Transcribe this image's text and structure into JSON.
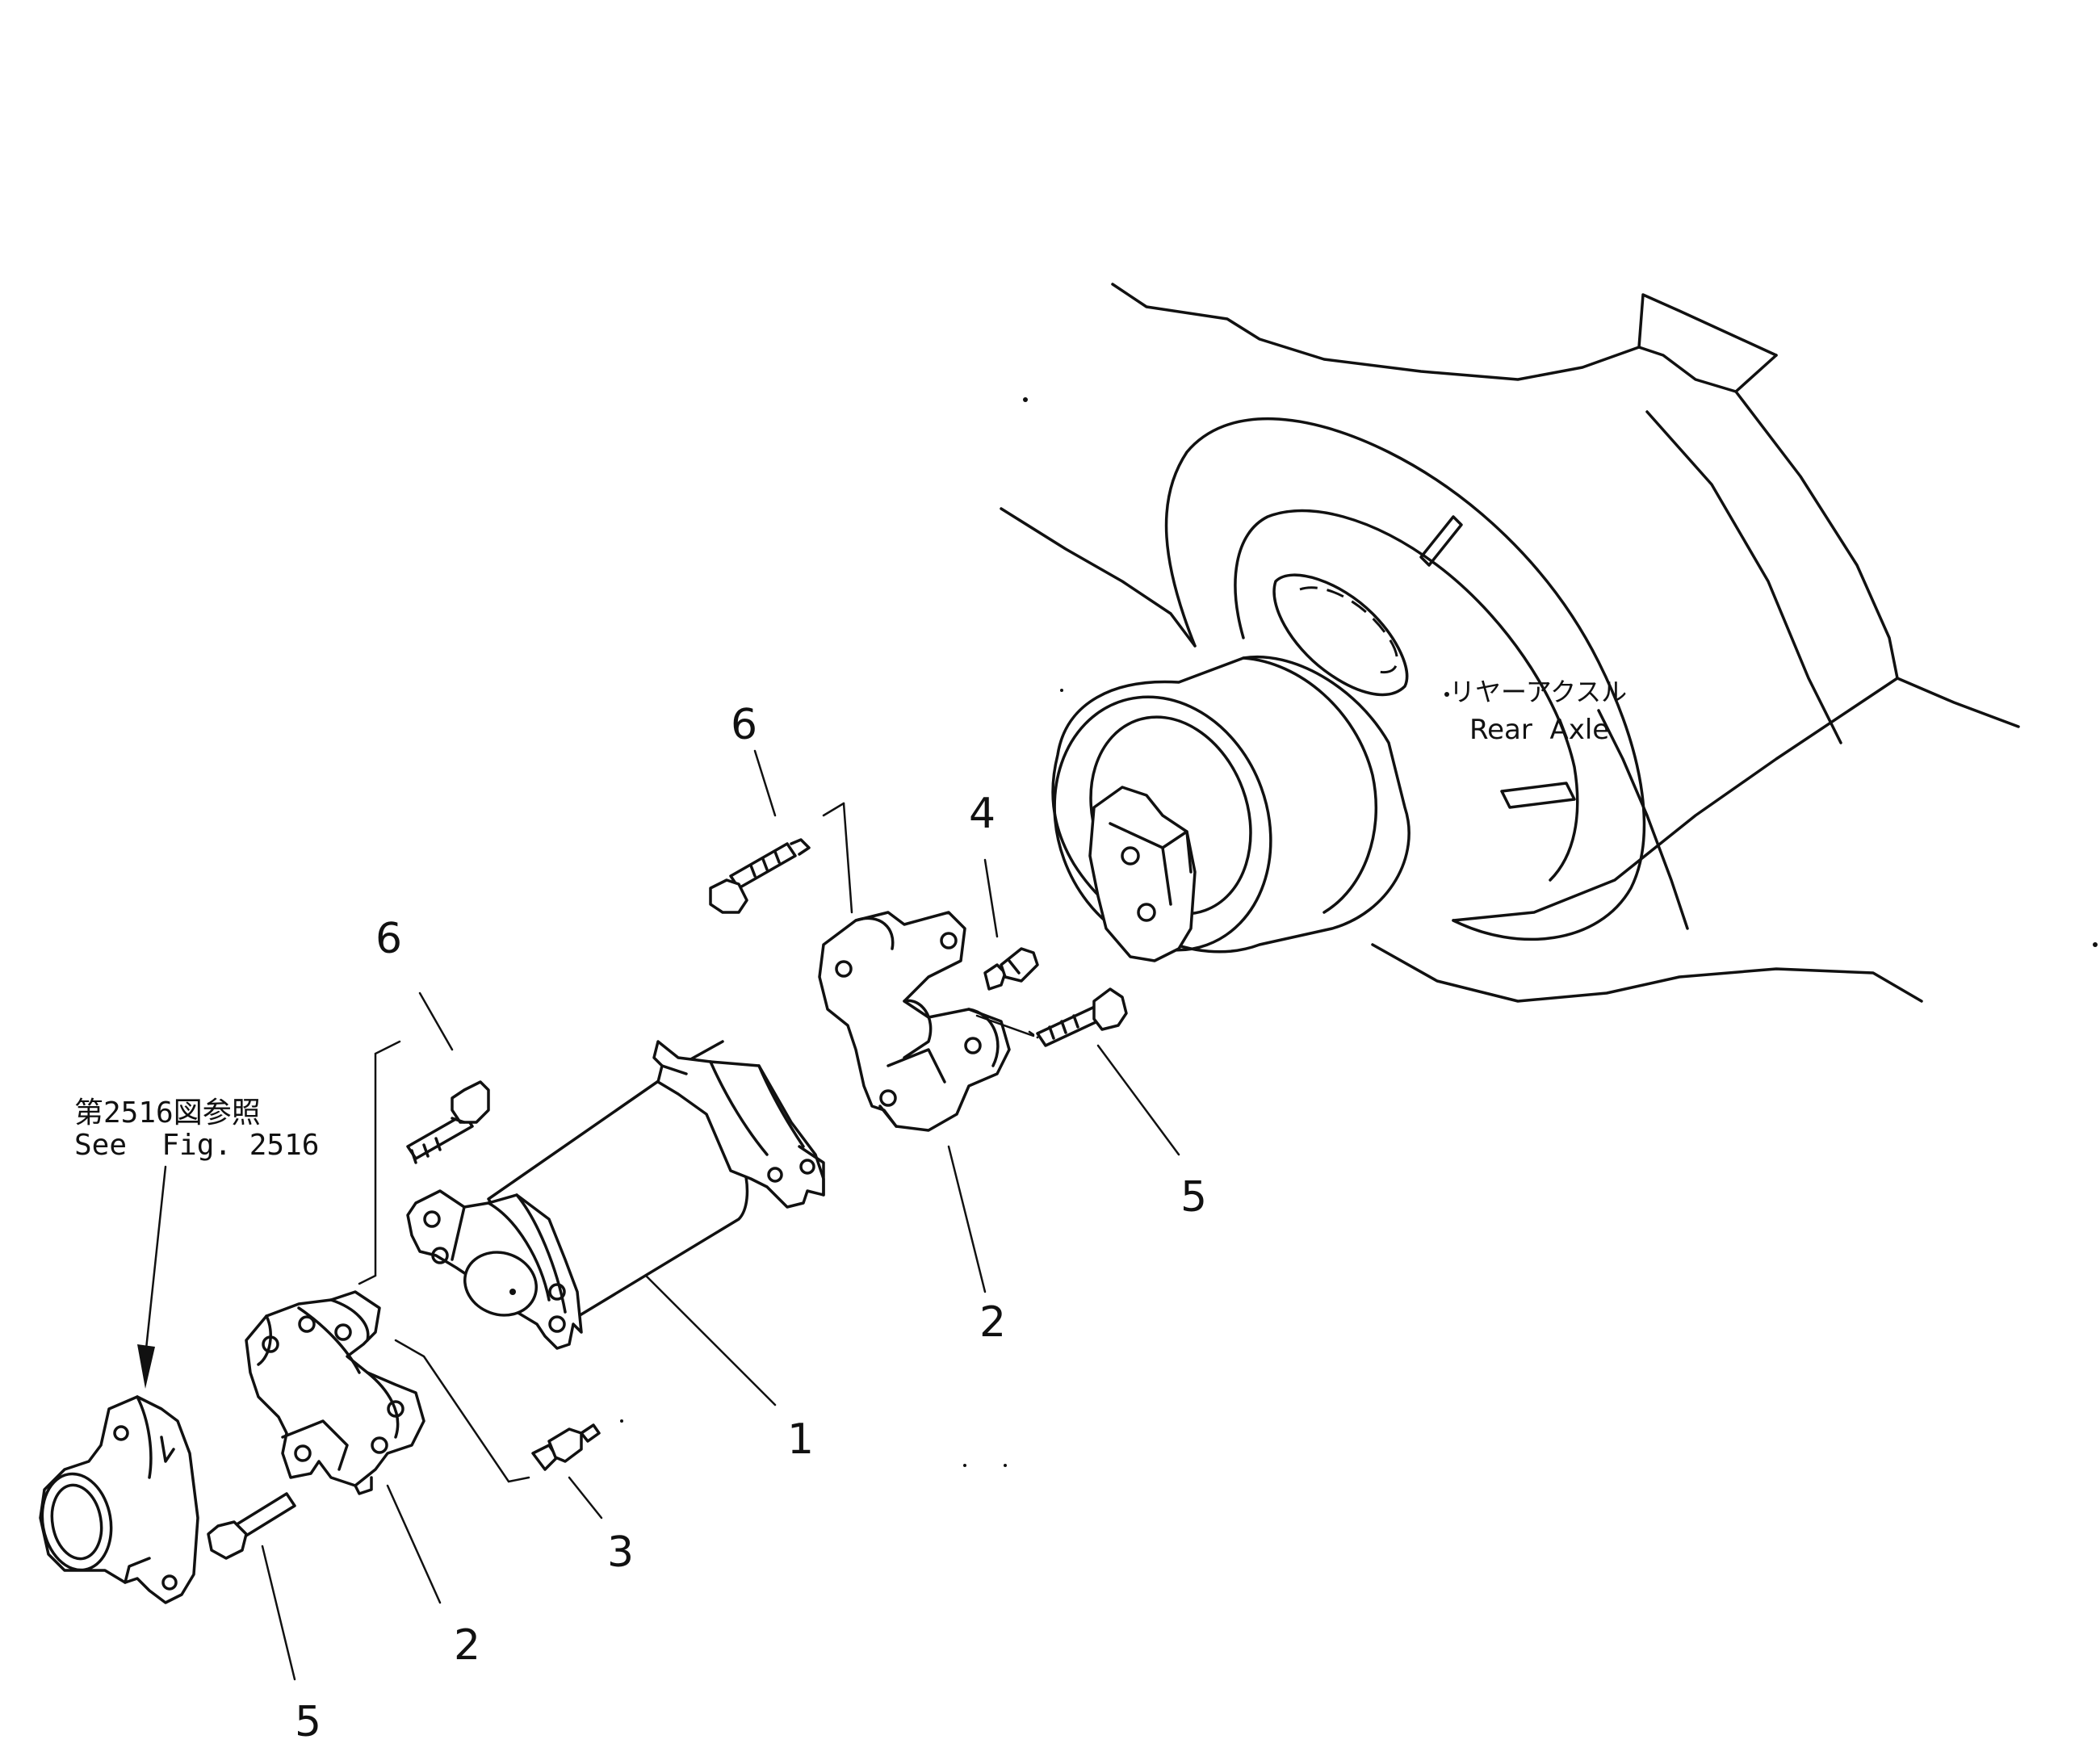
{
  "diagram": {
    "callouts": {
      "part_1": "1",
      "part_2_front": "2",
      "part_2_rear": "2",
      "part_3": "3",
      "part_4": "4",
      "part_5_front": "5",
      "part_5_rear": "5",
      "part_6_front": "6",
      "part_6_rear": "6"
    },
    "rear_axle_label_jp": "リヤーアクスル",
    "rear_axle_label_en": "Rear  Axle",
    "reference_jp": "第2516図参照",
    "reference_en": "See  Fig. 2516"
  }
}
